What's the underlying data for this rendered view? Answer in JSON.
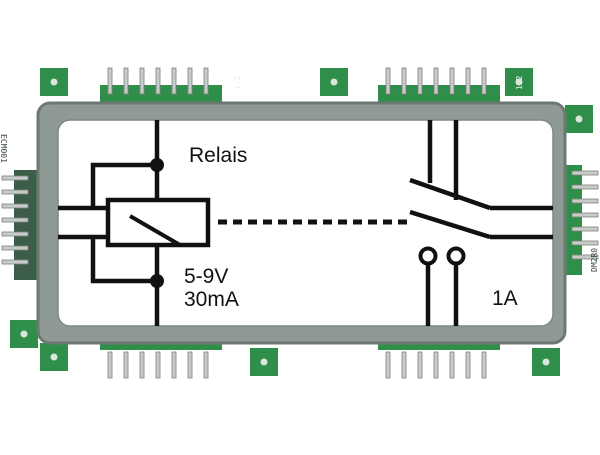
{
  "module": {
    "label_relay": "Relais",
    "label_voltage": "5-9V",
    "label_current": "30mA",
    "label_contact_rating": "1A"
  },
  "pin_labels": {
    "left": "ECM001",
    "right": "DM2R0",
    "top_a": "1.2",
    "top_b": "1.2"
  },
  "colors": {
    "pcb": "#2f8f4a",
    "frame": "#8f9a94",
    "frame_border": "#6d7872",
    "panel": "#ffffff",
    "ink": "#111111",
    "pin_metal": "#c8ccc8"
  },
  "icons": {
    "relay": "relay-coil-icon",
    "switch": "switch-contact-icon"
  }
}
